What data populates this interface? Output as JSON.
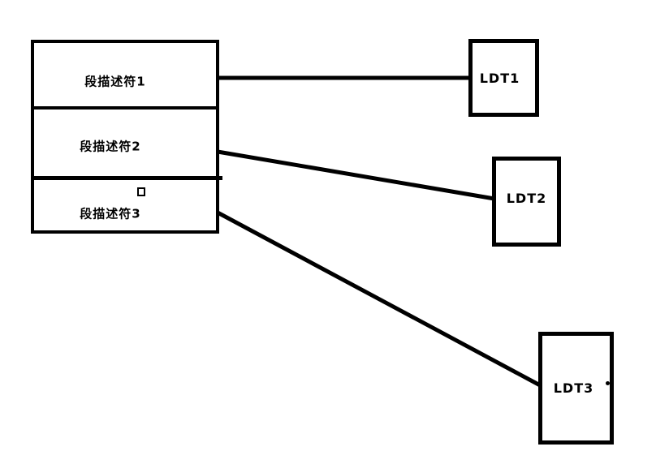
{
  "diagram": {
    "background_color": "#ffffff",
    "line_color": "#000000",
    "descriptor_table": {
      "rows": [
        {
          "label": "段描述符1"
        },
        {
          "label": "段描述符2"
        },
        {
          "label": "段描述符3"
        }
      ]
    },
    "ldt_boxes": [
      {
        "label": "LDT1"
      },
      {
        "label": "LDT2"
      },
      {
        "label": "LDT3"
      }
    ]
  }
}
